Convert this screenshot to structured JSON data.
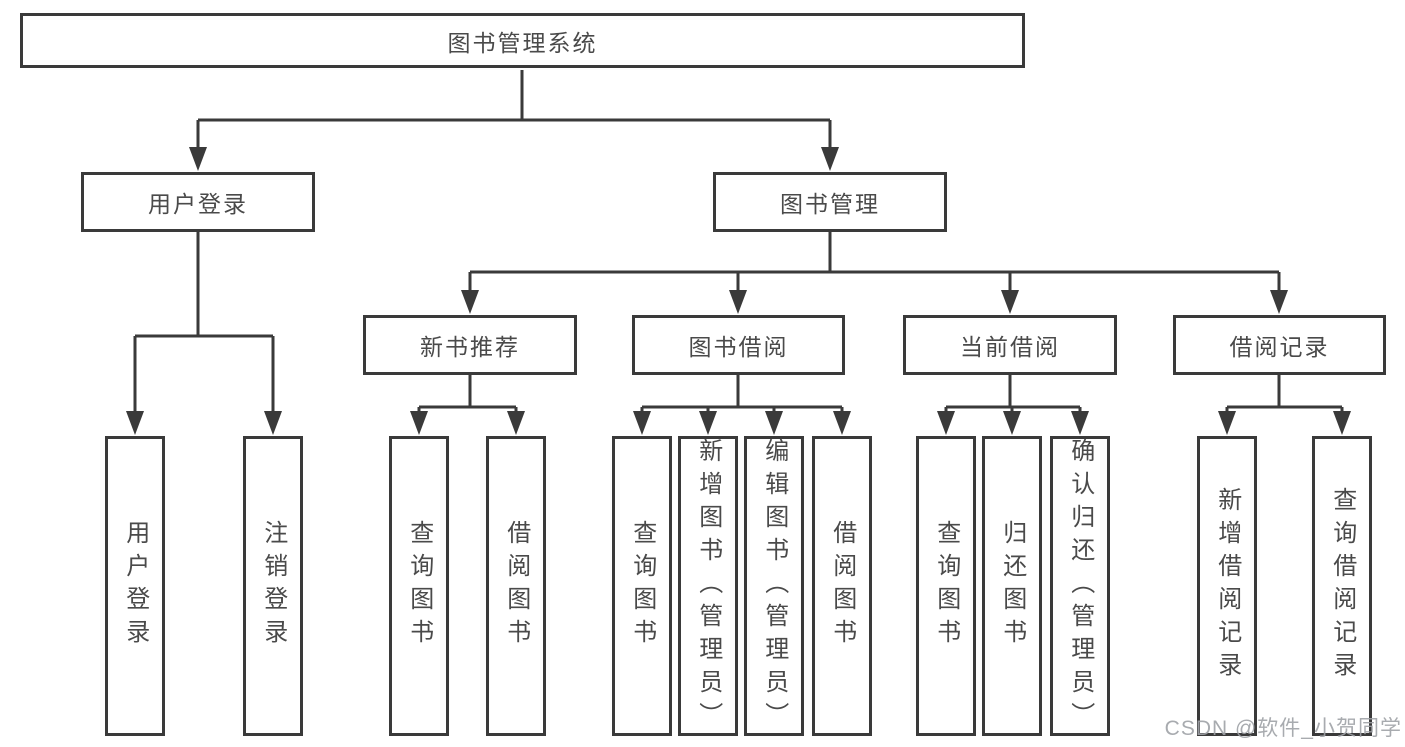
{
  "tree": {
    "label": "图书管理系统",
    "children": [
      {
        "label": "用户登录",
        "children": [
          {
            "label": "用户登录"
          },
          {
            "label": "注销登录"
          }
        ]
      },
      {
        "label": "图书管理",
        "children": [
          {
            "label": "新书推荐",
            "children": [
              {
                "label": "查询图书"
              },
              {
                "label": "借阅图书"
              }
            ]
          },
          {
            "label": "图书借阅",
            "children": [
              {
                "label": "查询图书"
              },
              {
                "label": "新增图书（管理员）"
              },
              {
                "label": "编辑图书（管理员）"
              },
              {
                "label": "借阅图书"
              }
            ]
          },
          {
            "label": "当前借阅",
            "children": [
              {
                "label": "查询图书"
              },
              {
                "label": "归还图书"
              },
              {
                "label": "确认归还（管理员）"
              }
            ]
          },
          {
            "label": "借阅记录",
            "children": [
              {
                "label": "新增借阅记录"
              },
              {
                "label": "查询借阅记录"
              }
            ]
          }
        ]
      }
    ]
  },
  "watermark": {
    "text": "CSDN @软件_小贺同学"
  },
  "colors": {
    "line": "#3a3a3a",
    "text": "#4a4a4a",
    "watermark": "#9fa2a7",
    "background": "#ffffff"
  }
}
